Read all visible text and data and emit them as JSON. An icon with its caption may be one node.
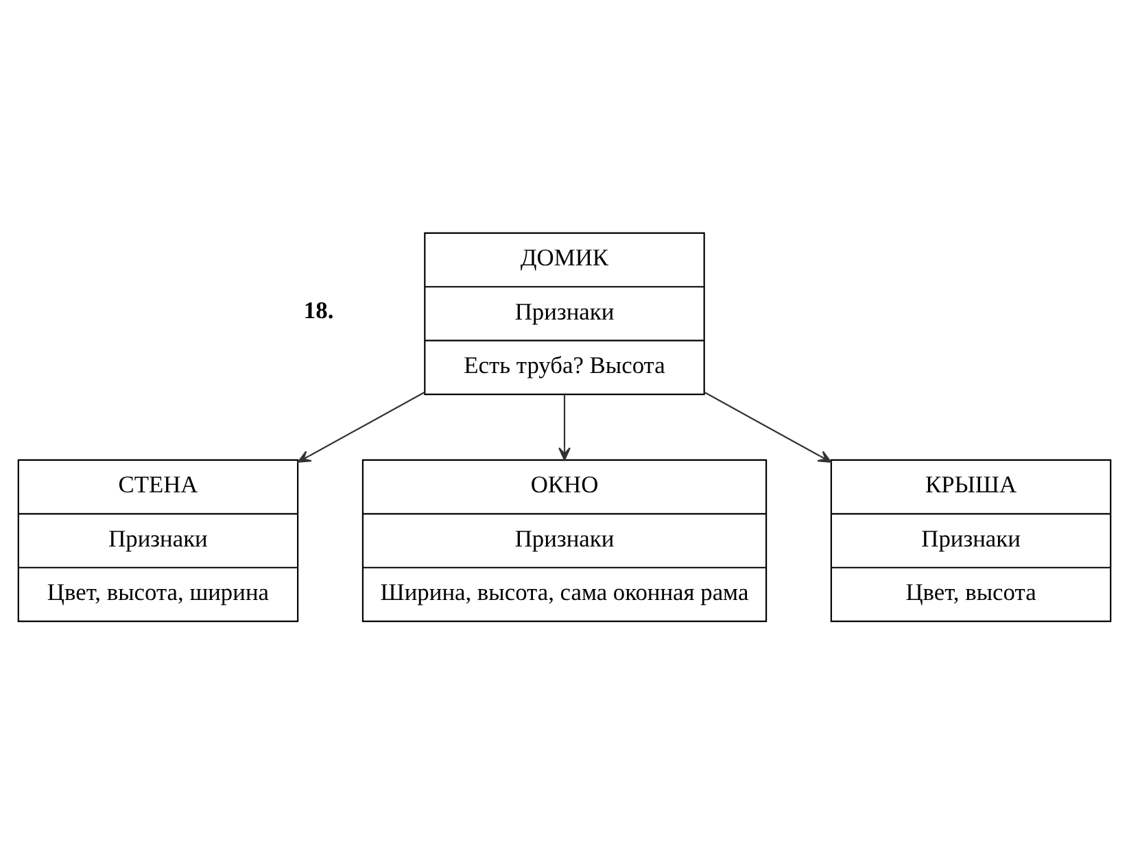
{
  "diagram": {
    "nodes": [
      {
        "text": [
          "ДОМИК",
          "Признаки",
          "Есть труба? Высота"
        ]
      },
      {
        "text": [
          "СТЕНА",
          "Признаки",
          "Цвет, высота, ширина"
        ]
      },
      {
        "text": [
          "ОКНО",
          "Признаки",
          "Ширина, высота, сама оконная рама"
        ]
      },
      {
        "text": [
          "КРЫША",
          "Признаки",
          "Цвет, высота"
        ]
      }
    ],
    "edges": [
      {
        "from": 0,
        "to": 1,
        "arrow": "to"
      },
      {
        "from": 0,
        "to": 2,
        "arrow": "to"
      },
      {
        "from": 0,
        "to": 3,
        "arrow": "to"
      }
    ],
    "labels": [
      "18."
    ]
  }
}
